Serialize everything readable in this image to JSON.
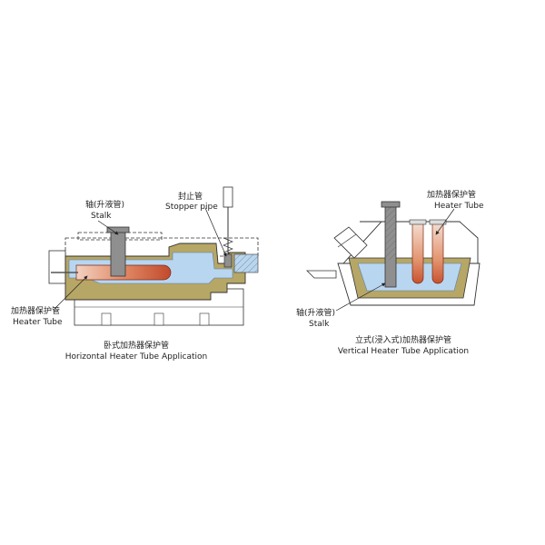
{
  "diagrams": [
    {
      "caption_zh": "卧式加热器保护管",
      "caption_en": "Horizontal Heater Tube Application",
      "labels": {
        "stalk_zh": "轴(升液管)",
        "stalk_en": "Stalk",
        "stopper_zh": "封止管",
        "stopper_en": "Stopper pipe",
        "heater_zh": "加热器保护管",
        "heater_en": "Heater Tube"
      }
    },
    {
      "caption_zh": "立式(浸入式)加热器保护管",
      "caption_en": "Vertical Heater Tube Application",
      "labels": {
        "heater_zh": "加热器保护管",
        "heater_en": "Heater Tube",
        "stalk_zh": "轴(升液管)",
        "stalk_en": "Stalk"
      }
    }
  ],
  "colors": {
    "refractory": "#b7a766",
    "molten_metal": "#b9d6f0",
    "heater_tube": "#c7653c",
    "stalk": "#8f8f8f",
    "outline": "#333333"
  }
}
